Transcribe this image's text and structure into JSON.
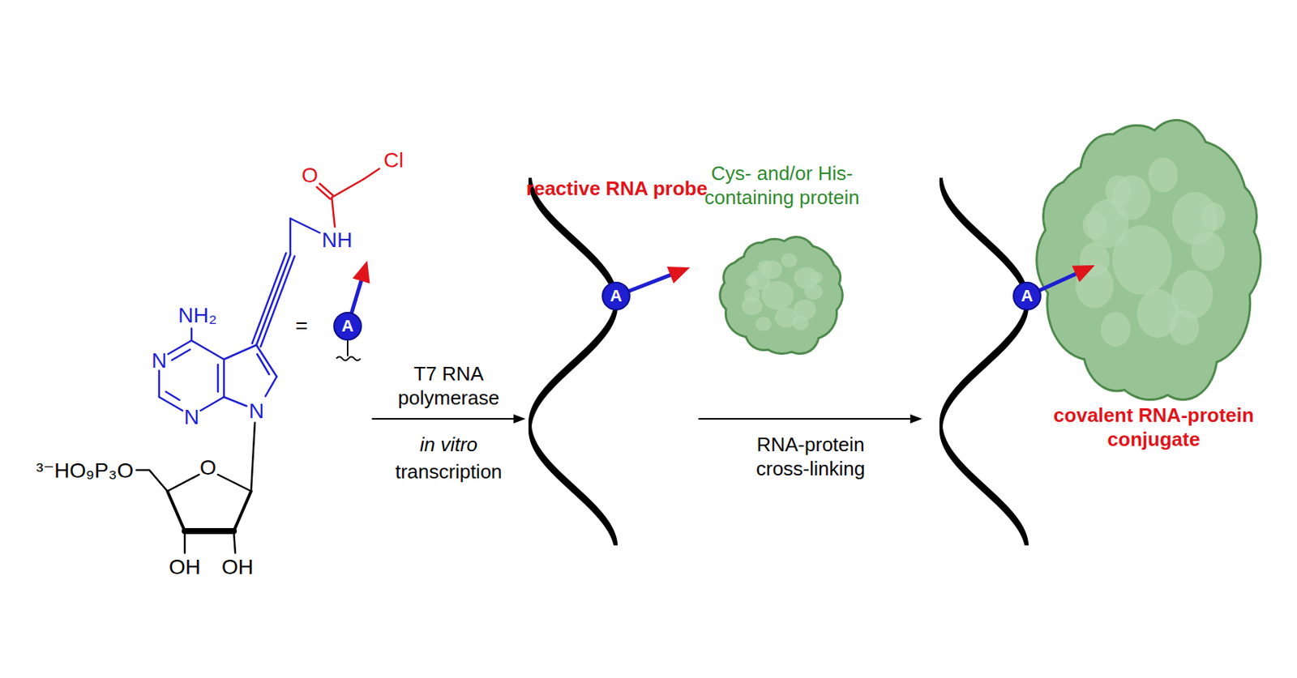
{
  "diagram": {
    "nodes": [
      {
        "text": [
          "A"
        ]
      },
      {
        "text": [
          "A"
        ]
      },
      {
        "text": [
          "A"
        ]
      }
    ],
    "labels": [
      "O",
      "Cl",
      "NH",
      "NH₂",
      "N",
      "N",
      "N",
      "=",
      "O",
      "³⁻HO₉P₃O",
      "OH",
      "OH",
      "T7 RNA polymerase",
      "in vitro",
      "transcription",
      "reactive RNA probe",
      "Cys- and/or His- containing protein",
      "RNA-protein cross-linking",
      "covalent RNA-protein conjugate"
    ]
  }
}
